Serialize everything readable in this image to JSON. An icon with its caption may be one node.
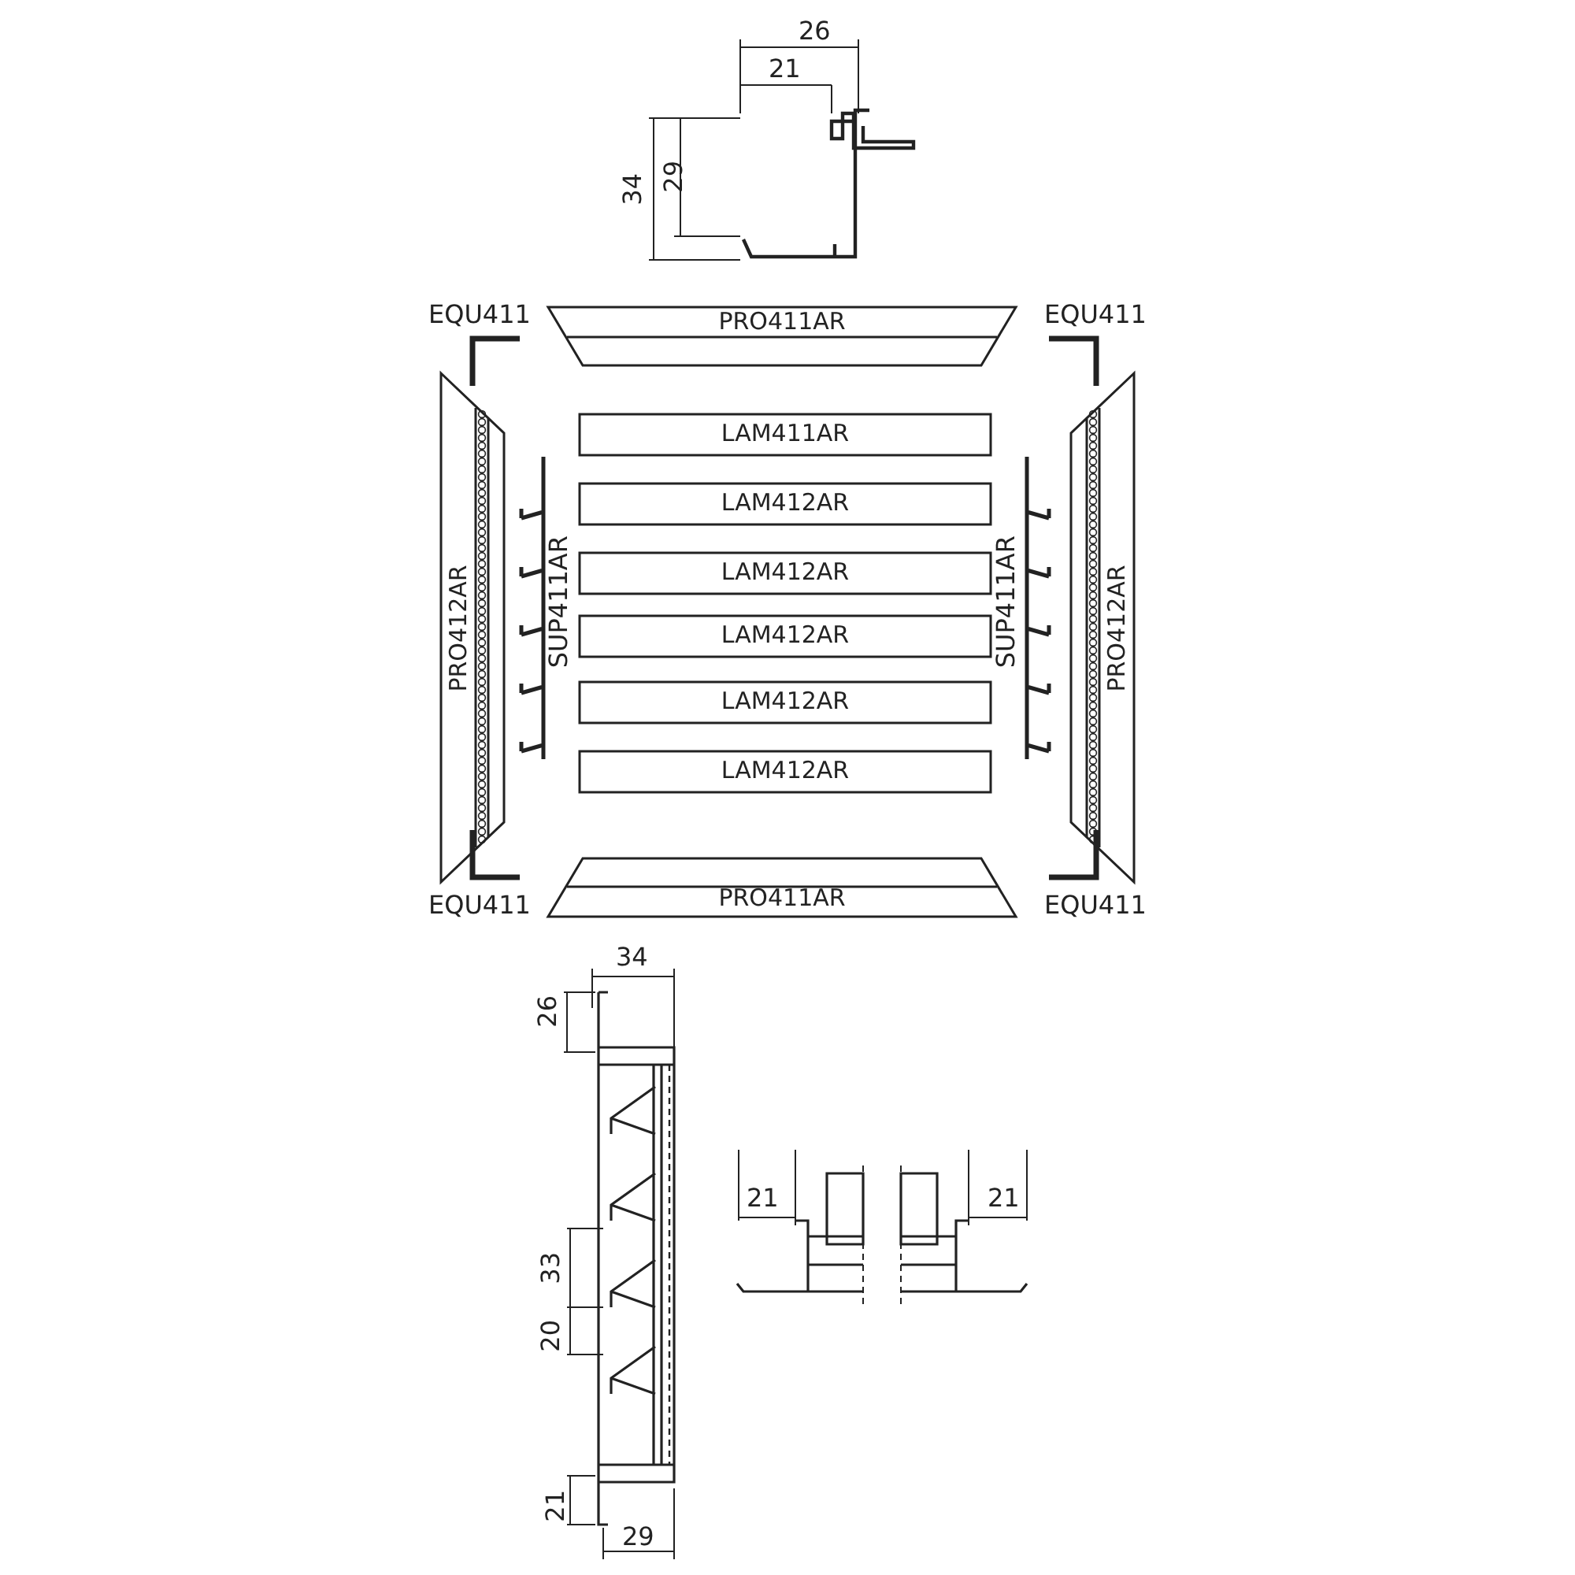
{
  "diagram": {
    "nodes": [
      {
        "text": [
          "PRO411AR"
        ]
      },
      {
        "text": [
          "PRO412AR"
        ]
      },
      {
        "text": [
          "LAM411AR"
        ]
      },
      {
        "text": [
          "LAM412AR"
        ]
      },
      {
        "text": [
          "LAM412AR"
        ]
      },
      {
        "text": [
          "LAM412AR"
        ]
      },
      {
        "text": [
          "LAM412AR"
        ]
      },
      {
        "text": [
          "LAM412AR"
        ]
      },
      {
        "text": [
          "PRO412AR"
        ]
      },
      {
        "text": [
          "PRO411AR"
        ]
      }
    ],
    "labels": [
      "26",
      "21",
      "34",
      "29",
      "EQU411",
      "EQU411",
      "SUP411AR",
      "SUP411AR",
      "EQU411",
      "EQU411",
      "34",
      "26",
      "33",
      "20",
      "21",
      "21",
      "21",
      "29"
    ]
  }
}
